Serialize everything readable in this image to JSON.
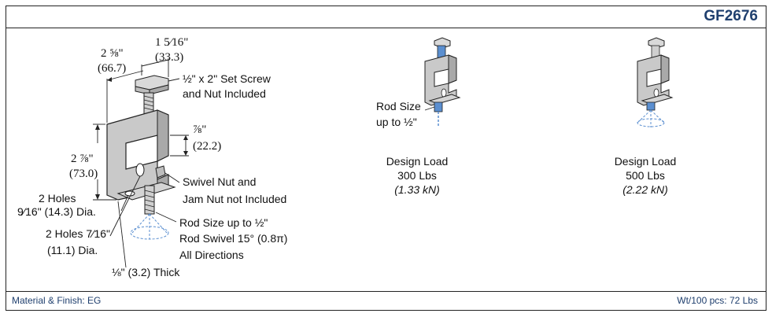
{
  "header": {
    "part_number": "GF2676"
  },
  "main_drawing": {
    "dim_width_in": "2 ⅝\"",
    "dim_width_mm": "(66.7)",
    "dim_top_in": "1 5⁄16\"",
    "dim_top_mm": "(33.3)",
    "set_screw_line1": "½\" x 2\" Set Screw",
    "set_screw_line2": "and Nut Included",
    "dim_jaw_in": "⅞\"",
    "dim_jaw_mm": "(22.2)",
    "dim_height_in": "2 ⅞\"",
    "dim_height_mm": "(73.0)",
    "swivel_line1": "Swivel Nut and",
    "swivel_line2": "Jam Nut not Included",
    "holes_large_line1": "2 Holes",
    "holes_large_line2": "9⁄16\" (14.3) Dia.",
    "holes_small_line1": "2 Holes 7⁄16\"",
    "holes_small_line2": "(11.1) Dia.",
    "rod_line1": "Rod Size up to ½\"",
    "rod_line2": "Rod Swivel 15° (0.8π)",
    "rod_line3": "All Directions",
    "thickness": "⅛\" (3.2) Thick"
  },
  "variant_1": {
    "rod_size_line1": "Rod Size",
    "rod_size_line2": "up to ½\"",
    "design_load_label": "Design Load",
    "design_load_lbs": "300 Lbs",
    "design_load_kn": "(1.33 kN)"
  },
  "variant_2": {
    "design_load_label": "Design Load",
    "design_load_lbs": "500 Lbs",
    "design_load_kn": "(2.22 kN)"
  },
  "footer": {
    "material_finish": "Material & Finish: EG",
    "weight": "Wt/100 pcs: 72 Lbs"
  },
  "colors": {
    "header_text": "#1f3f6e",
    "steel": "#c9c9c9",
    "rod_blue": "#5b8fd0"
  }
}
